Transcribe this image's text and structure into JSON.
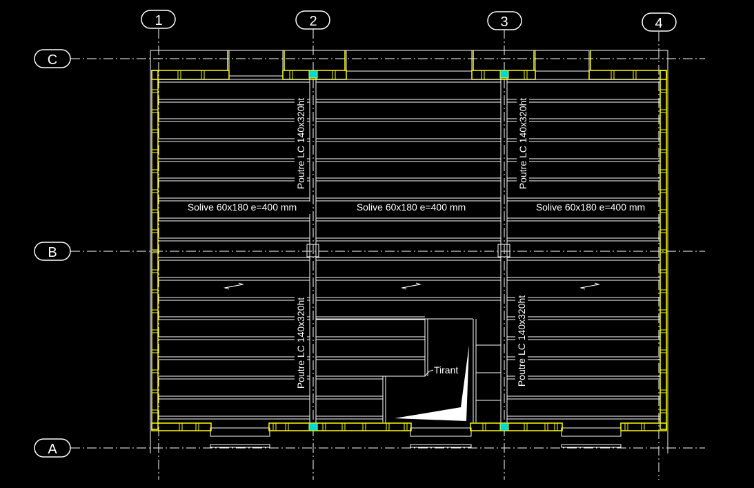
{
  "grid": {
    "columns": [
      "1",
      "2",
      "3",
      "4"
    ],
    "rows": [
      "C",
      "B",
      "A"
    ]
  },
  "labels": {
    "joist_left": "Solive 60x180 e=400 mm",
    "joist_center": "Solive 60x180 e=400 mm",
    "joist_right": "Solive 60x180 e=400 mm",
    "beam_2_upper": "Poutre LC 140x320ht",
    "beam_2_lower": "Poutre LC 140x320ht",
    "beam_3_upper": "Poutre LC 140x320ht",
    "beam_3_lower": "Poutre LC 140x320ht",
    "tie": "Tirant"
  },
  "colors": {
    "background": "#000000",
    "lines": "#ffffff",
    "walls": "#ffff00",
    "columns": "#00ffff"
  }
}
